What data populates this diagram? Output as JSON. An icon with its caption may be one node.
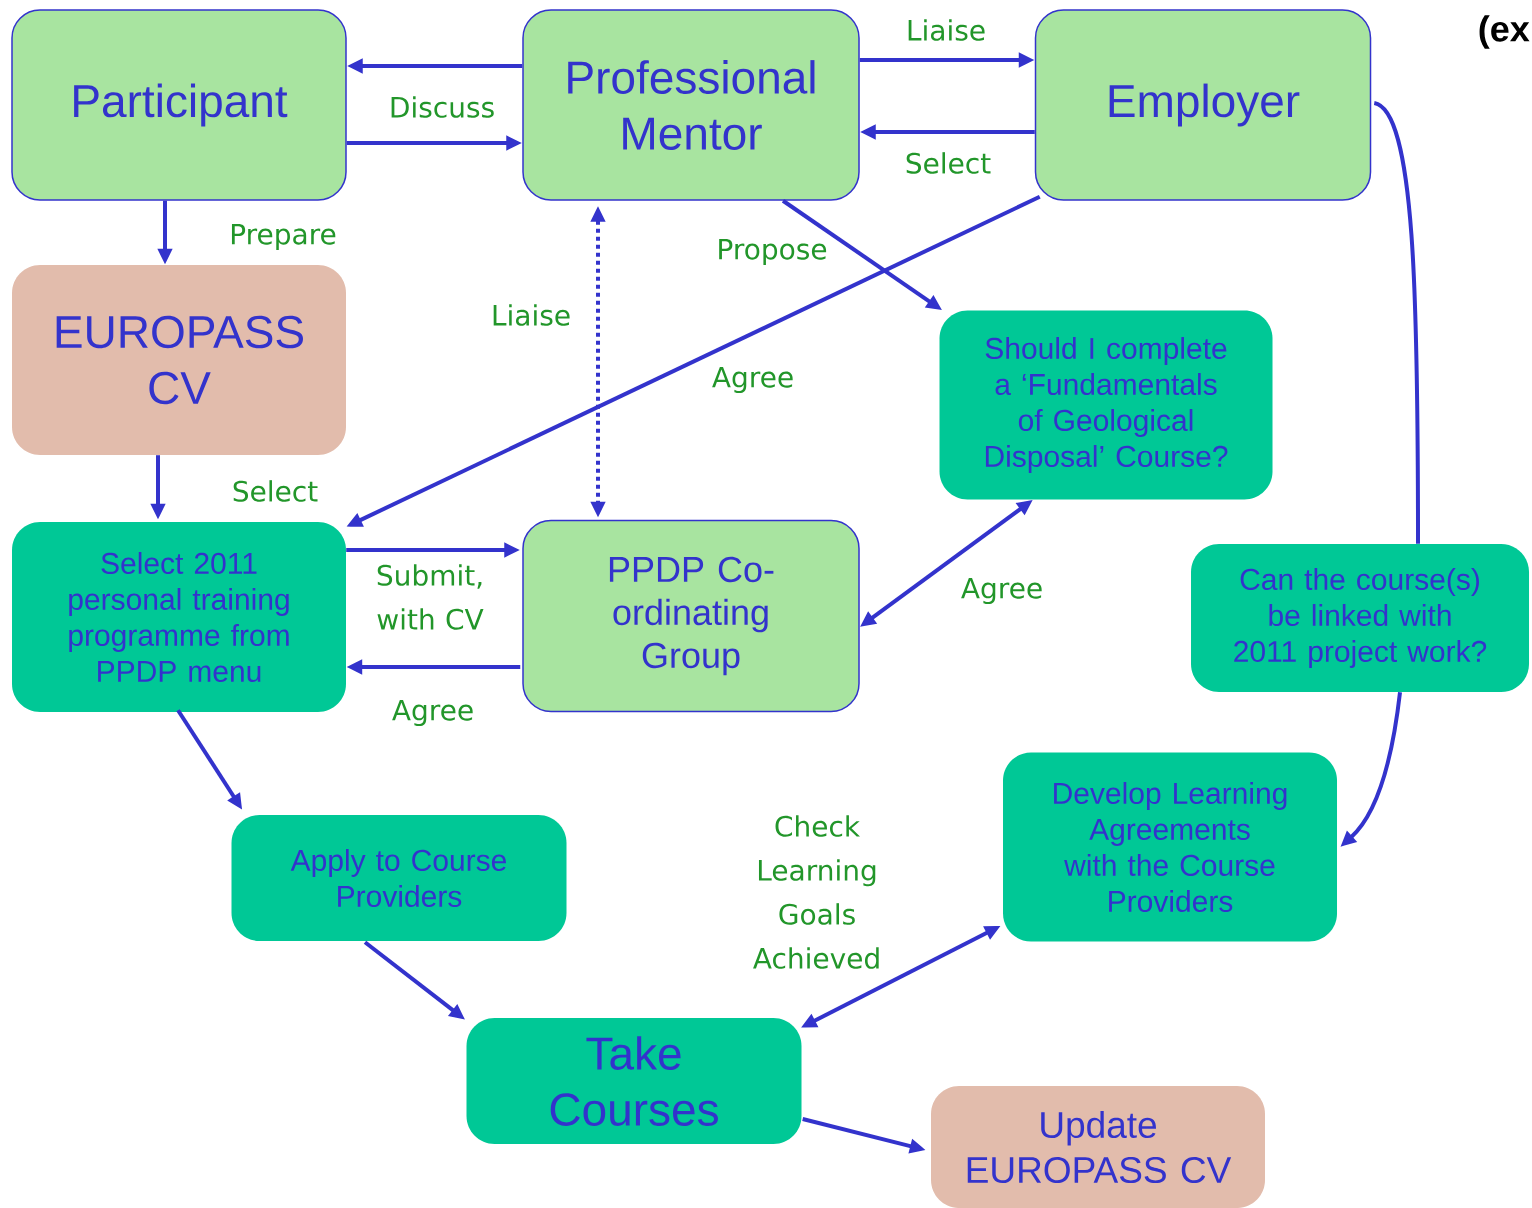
{
  "diagram": {
    "nodes": [
      {
        "text": [
          "Participant"
        ]
      },
      {
        "text": [
          "Professional Mentor"
        ]
      },
      {
        "text": [
          "Employer"
        ]
      },
      {
        "text": [
          "EUROPASS CV"
        ]
      },
      {
        "text": [
          "Should I complete a ‘Fundamentals of Geological Disposal’ Course?"
        ]
      },
      {
        "text": [
          "Select 2011 personal training programme from PPDP menu"
        ]
      },
      {
        "text": [
          "PPDP Co-ordinating Group"
        ]
      },
      {
        "text": [
          "Can the course(s) be linked with 2011 project work?"
        ]
      },
      {
        "text": [
          "Develop Learning Agreements with the Course Providers"
        ]
      },
      {
        "text": [
          "Apply to Course Providers"
        ]
      },
      {
        "text": [
          "Take Courses"
        ]
      },
      {
        "text": [
          "Update EUROPASS CV"
        ]
      }
    ],
    "edges": [
      {
        "from": 1,
        "to": 0,
        "arrow": "to"
      },
      {
        "from": 0,
        "to": 1,
        "arrow": "to",
        "label": "Discuss"
      },
      {
        "from": 1,
        "to": 2,
        "arrow": "to",
        "label": "Liaise"
      },
      {
        "from": 2,
        "to": 1,
        "arrow": "to",
        "label": "Select"
      },
      {
        "from": 0,
        "to": 3,
        "arrow": "to",
        "label": "Prepare"
      },
      {
        "from": 1,
        "to": 6,
        "arrow": "both",
        "label": "Liaise",
        "style": "dashed"
      },
      {
        "from": 1,
        "to": 4,
        "arrow": "to",
        "label": "Propose"
      },
      {
        "from": 2,
        "to": 5,
        "arrow": "to",
        "label": "Agree"
      },
      {
        "from": 3,
        "to": 5,
        "arrow": "to",
        "label": "Select"
      },
      {
        "from": 5,
        "to": 6,
        "arrow": "to",
        "label": "Submit, with CV"
      },
      {
        "from": 6,
        "to": 5,
        "arrow": "to",
        "label": "Agree"
      },
      {
        "from": 4,
        "to": 6,
        "arrow": "both",
        "label": "Agree"
      },
      {
        "from": 2,
        "to": 7,
        "arrow": "none"
      },
      {
        "from": 7,
        "to": 8,
        "arrow": "to"
      },
      {
        "from": 5,
        "to": 9,
        "arrow": "to"
      },
      {
        "from": 9,
        "to": 10,
        "arrow": "to"
      },
      {
        "from": 10,
        "to": 8,
        "arrow": "both",
        "label": "Check Learning Goals Achieved"
      },
      {
        "from": 10,
        "to": 11,
        "arrow": "to"
      }
    ],
    "labels": [
      "(ex"
    ]
  }
}
